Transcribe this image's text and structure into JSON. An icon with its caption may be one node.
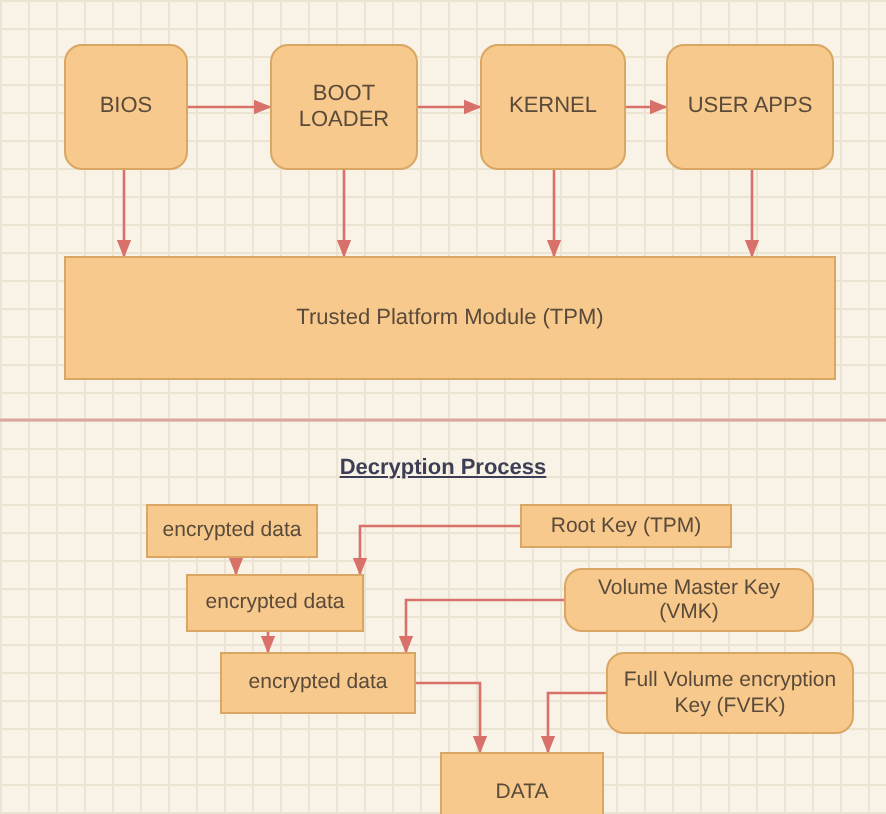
{
  "diagram": {
    "nodes": [
      {
        "text": [
          "BIOS"
        ]
      },
      {
        "text": [
          "BOOT LOADER"
        ]
      },
      {
        "text": [
          "KERNEL"
        ]
      },
      {
        "text": [
          "USER APPS"
        ]
      },
      {
        "text": [
          "Trusted Platform Module (TPM)"
        ]
      },
      {
        "text": [
          "encrypted data"
        ]
      },
      {
        "text": [
          "Root Key (TPM)"
        ]
      },
      {
        "text": [
          "encrypted data"
        ]
      },
      {
        "text": [
          "Volume Master Key (VMK)"
        ]
      },
      {
        "text": [
          "encrypted data"
        ]
      },
      {
        "text": [
          "Full Volume encryption Key (FVEK)"
        ]
      },
      {
        "text": [
          "DATA"
        ]
      }
    ],
    "edges": [
      {
        "from": 0,
        "to": 1,
        "arrow": "to"
      },
      {
        "from": 1,
        "to": 2,
        "arrow": "to"
      },
      {
        "from": 2,
        "to": 3,
        "arrow": "to"
      },
      {
        "from": 0,
        "to": 4,
        "arrow": "to"
      },
      {
        "from": 1,
        "to": 4,
        "arrow": "to"
      },
      {
        "from": 2,
        "to": 4,
        "arrow": "to"
      },
      {
        "from": 3,
        "to": 4,
        "arrow": "to"
      },
      {
        "from": 5,
        "to": 7,
        "arrow": "to"
      },
      {
        "from": 6,
        "to": 7,
        "arrow": "to"
      },
      {
        "from": 7,
        "to": 9,
        "arrow": "to"
      },
      {
        "from": 8,
        "to": 9,
        "arrow": "to"
      },
      {
        "from": 9,
        "to": 11,
        "arrow": "to"
      },
      {
        "from": 10,
        "to": 11,
        "arrow": "to"
      }
    ],
    "labels": [
      "Decryption Process"
    ]
  }
}
